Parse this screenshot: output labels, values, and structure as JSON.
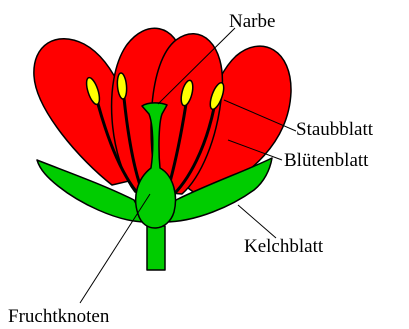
{
  "labels": {
    "stigma": "Narbe",
    "stamen": "Staubblatt",
    "petal": "Blütenblatt",
    "sepal": "Kelchblatt",
    "ovary": "Fruchtknoten"
  },
  "colors": {
    "petal": "#ff0000",
    "sepal_and_pistil": "#00cc00",
    "anther": "#ffff00",
    "outline": "#000000",
    "background": "#ffffff"
  }
}
